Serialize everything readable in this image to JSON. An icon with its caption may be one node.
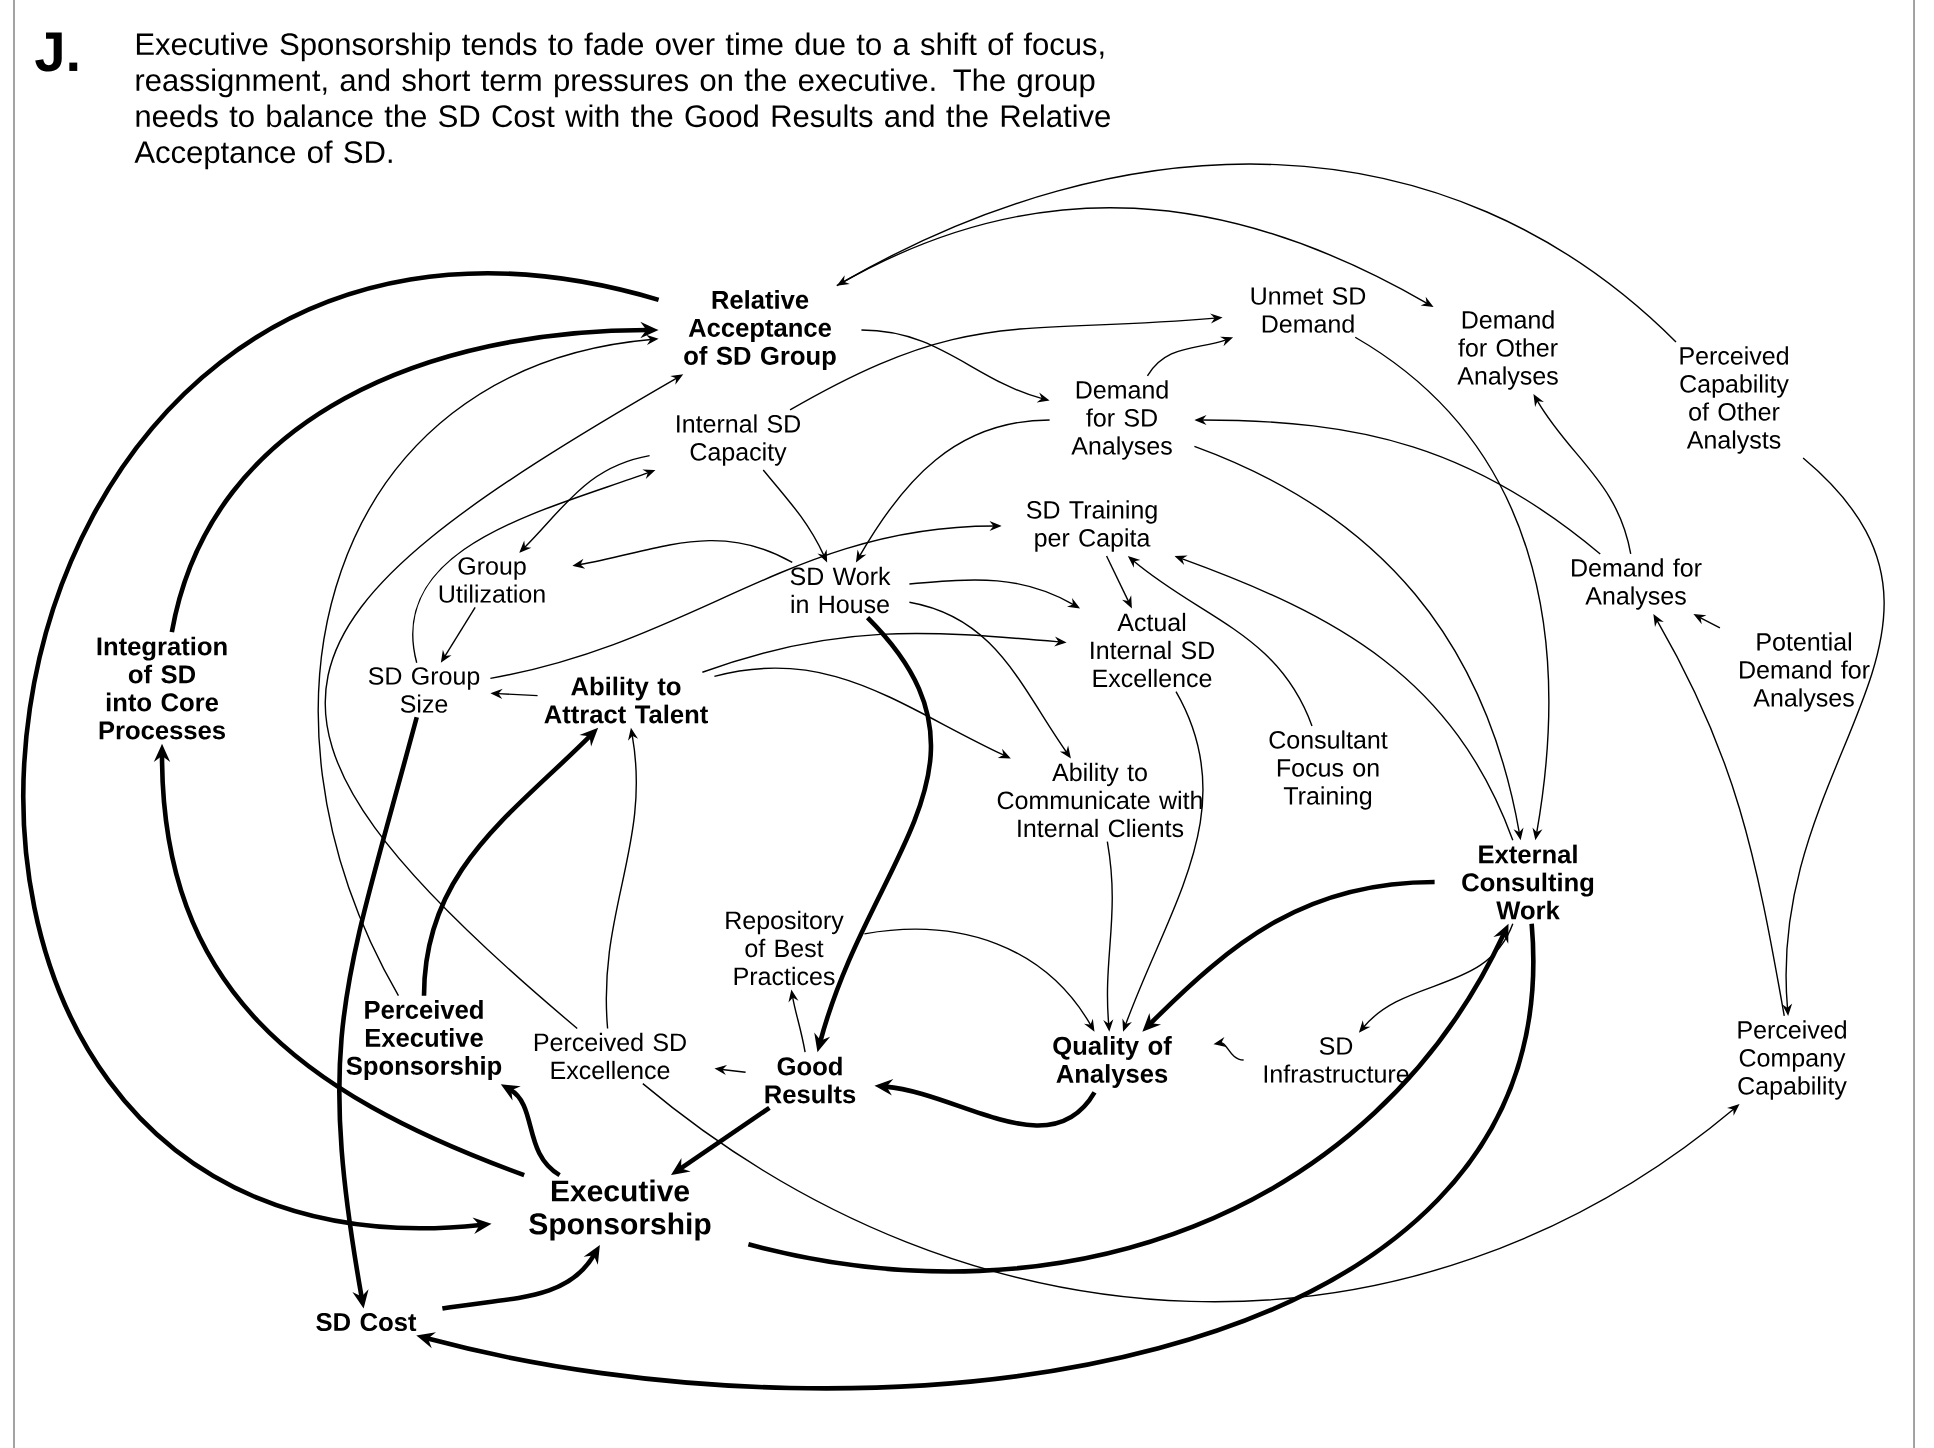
{
  "diagram": {
    "title": "Executive Sponsorship tends to fade over time due to a shift of focus, reassignment, and short term pressures on the executive. The group needs to balance the SD Cost with the Good Results and the Relative Acceptance of SD.",
    "labels": [
      "J."
    ],
    "nodes": [
      {
        "text": [
          "Relative Acceptance of SD Group"
        ]
      },
      {
        "text": [
          "Unmet SD Demand"
        ]
      },
      {
        "text": [
          "Demand for Other Analyses"
        ]
      },
      {
        "text": [
          "Perceived Capability of Other Analysts"
        ]
      },
      {
        "text": [
          "Demand for SD Analyses"
        ]
      },
      {
        "text": [
          "Internal SD Capacity"
        ]
      },
      {
        "text": [
          "SD Training per Capita"
        ]
      },
      {
        "text": [
          "Group Utilization"
        ]
      },
      {
        "text": [
          "SD Work in House"
        ]
      },
      {
        "text": [
          "Demand for Analyses"
        ]
      },
      {
        "text": [
          "Integration of SD into Core Processes"
        ]
      },
      {
        "text": [
          "SD Group Size"
        ]
      },
      {
        "text": [
          "Ability to Attract Talent"
        ]
      },
      {
        "text": [
          "Actual Internal SD Excellence"
        ]
      },
      {
        "text": [
          "Potential Demand for Analyses"
        ]
      },
      {
        "text": [
          "Consultant Focus on Training"
        ]
      },
      {
        "text": [
          "Ability to Communicate with Internal Clients"
        ]
      },
      {
        "text": [
          "External Consulting Work"
        ]
      },
      {
        "text": [
          "Repository of Best Practices"
        ]
      },
      {
        "text": [
          "Perceived Executive Sponsorship"
        ]
      },
      {
        "text": [
          "Perceived SD Excellence"
        ]
      },
      {
        "text": [
          "Good Results"
        ]
      },
      {
        "text": [
          "Quality of Analyses"
        ]
      },
      {
        "text": [
          "SD Infrastructure"
        ]
      },
      {
        "text": [
          "Perceived Company Capability"
        ]
      },
      {
        "text": [
          "Executive Sponsorship"
        ]
      },
      {
        "text": [
          "SD Cost"
        ]
      }
    ],
    "edges": [
      {
        "from": 10,
        "to": 0,
        "arrow": "to",
        "style": "thick"
      },
      {
        "from": 0,
        "to": 25,
        "arrow": "to",
        "style": "thick"
      },
      {
        "from": 25,
        "to": 10,
        "arrow": "to",
        "style": "thick"
      },
      {
        "from": 11,
        "to": 26,
        "arrow": "to",
        "style": "thick"
      },
      {
        "from": 19,
        "to": 12,
        "arrow": "to",
        "style": "thick"
      },
      {
        "from": 25,
        "to": 19,
        "arrow": "to",
        "style": "thick"
      },
      {
        "from": 21,
        "to": 25,
        "arrow": "to",
        "style": "thick"
      },
      {
        "from": 26,
        "to": 25,
        "arrow": "to",
        "style": "thick"
      },
      {
        "from": 8,
        "to": 21,
        "arrow": "to",
        "style": "thick"
      },
      {
        "from": 22,
        "to": 21,
        "arrow": "to",
        "style": "thick"
      },
      {
        "from": 17,
        "to": 22,
        "arrow": "to",
        "style": "thick"
      },
      {
        "from": 25,
        "to": 17,
        "arrow": "to",
        "style": "thick"
      },
      {
        "from": 17,
        "to": 26,
        "arrow": "to",
        "style": "thick"
      },
      {
        "from": 3,
        "to": 0,
        "arrow": "to"
      },
      {
        "from": 0,
        "to": 2,
        "arrow": "to"
      },
      {
        "from": 5,
        "to": 1,
        "arrow": "to"
      },
      {
        "from": 4,
        "to": 1,
        "arrow": "to"
      },
      {
        "from": 0,
        "to": 4,
        "arrow": "to"
      },
      {
        "from": 4,
        "to": 8,
        "arrow": "to"
      },
      {
        "from": 11,
        "to": 6,
        "arrow": "to"
      },
      {
        "from": 6,
        "to": 13,
        "arrow": "to"
      },
      {
        "from": 8,
        "to": 13,
        "arrow": "to"
      },
      {
        "from": 8,
        "to": 16,
        "arrow": "to"
      },
      {
        "from": 12,
        "to": 13,
        "arrow": "to"
      },
      {
        "from": 12,
        "to": 16,
        "arrow": "to"
      },
      {
        "from": 4,
        "to": 17,
        "arrow": "to"
      },
      {
        "from": 1,
        "to": 17,
        "arrow": "to"
      },
      {
        "from": 17,
        "to": 6,
        "arrow": "to"
      },
      {
        "from": 15,
        "to": 6,
        "arrow": "to"
      },
      {
        "from": 9,
        "to": 4,
        "arrow": "to"
      },
      {
        "from": 9,
        "to": 2,
        "arrow": "to"
      },
      {
        "from": 14,
        "to": 9,
        "arrow": "to"
      },
      {
        "from": 24,
        "to": 9,
        "arrow": "to"
      },
      {
        "from": 3,
        "to": 24,
        "arrow": "to"
      },
      {
        "from": 20,
        "to": 24,
        "arrow": "to"
      },
      {
        "from": 5,
        "to": 7,
        "arrow": "to"
      },
      {
        "from": 11,
        "to": 5,
        "arrow": "to"
      },
      {
        "from": 8,
        "to": 7,
        "arrow": "to"
      },
      {
        "from": 7,
        "to": 11,
        "arrow": "to"
      },
      {
        "from": 5,
        "to": 8,
        "arrow": "to"
      },
      {
        "from": 12,
        "to": 11,
        "arrow": "to"
      },
      {
        "from": 19,
        "to": 0,
        "arrow": "to"
      },
      {
        "from": 20,
        "to": 0,
        "arrow": "to"
      },
      {
        "from": 20,
        "to": 12,
        "arrow": "to"
      },
      {
        "from": 21,
        "to": 20,
        "arrow": "to"
      },
      {
        "from": 21,
        "to": 18,
        "arrow": "to"
      },
      {
        "from": 18,
        "to": 22,
        "arrow": "to"
      },
      {
        "from": 13,
        "to": 22,
        "arrow": "to"
      },
      {
        "from": 16,
        "to": 22,
        "arrow": "to"
      },
      {
        "from": 23,
        "to": 22,
        "arrow": "to"
      },
      {
        "from": 17,
        "to": 23,
        "arrow": "to"
      }
    ]
  }
}
